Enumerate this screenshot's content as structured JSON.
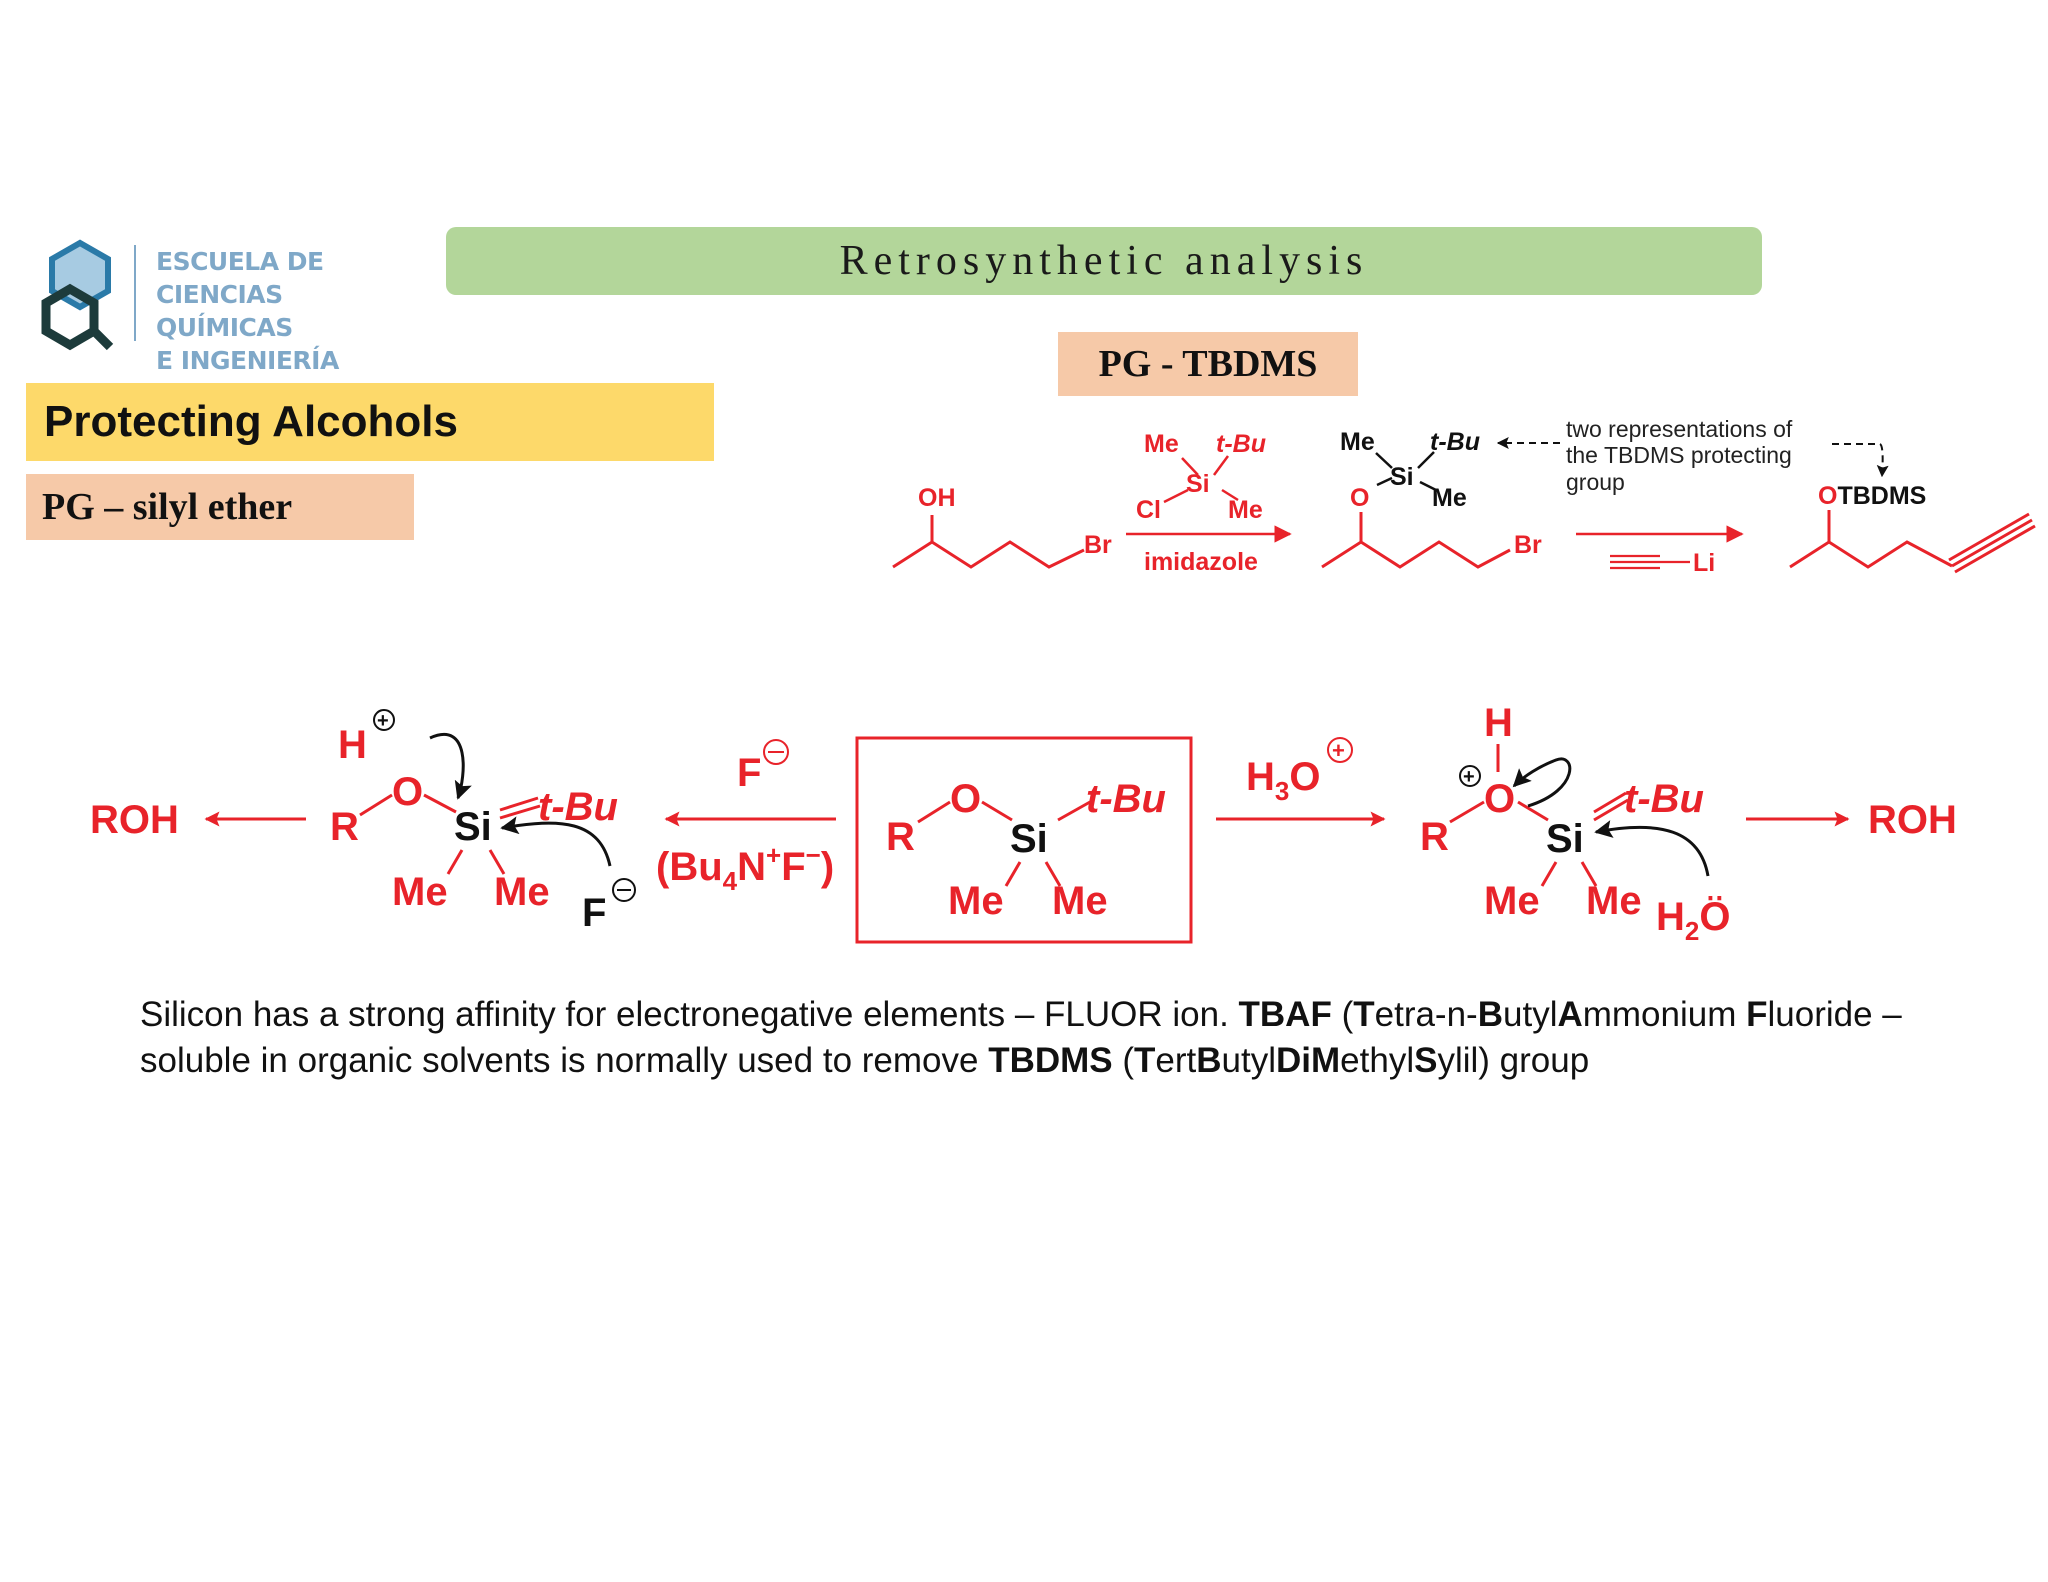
{
  "logo": {
    "lines": [
      "ESCUELA DE",
      "CIENCIAS QUÍMICAS",
      "E INGENIERÍA"
    ],
    "color": "#7fa8c8"
  },
  "title": "Retrosynthetic analysis",
  "tags": {
    "pg_tbdms": "PG - TBDMS",
    "heading": "Protecting Alcohols",
    "subheading": "PG – silyl ether"
  },
  "top_scheme": {
    "start": {
      "oh": "OH",
      "br": "Br"
    },
    "reagent": {
      "me": "Me",
      "tbu": "t-Bu",
      "si": "Si",
      "cl": "Cl",
      "me2": "Me",
      "condition": "imidazole"
    },
    "product": {
      "me": "Me",
      "tbu": "t-Bu",
      "si": "Si",
      "me2": "Me",
      "o": "O",
      "br": "Br"
    },
    "note": [
      "two representations of",
      "the TBDMS protecting",
      "group"
    ],
    "li_reagent": "Li",
    "final": {
      "otbdms_o": "O",
      "otbdms_rest": "TBDMS"
    }
  },
  "mechanism": {
    "roh_left": "ROH",
    "roh_right": "ROH",
    "left": {
      "h": "H",
      "o": "O",
      "r": "R",
      "si": "Si",
      "tbu": "t-Bu",
      "me1": "Me",
      "me2": "Me",
      "f": "F"
    },
    "fluoride": {
      "f": "F",
      "reagent_open": "(Bu",
      "sub4": "4",
      "reagent_n": "N",
      "sup_plus": "+",
      "reagent_f": "F",
      "sup_minus": "−",
      "reagent_close": ")"
    },
    "center": {
      "r": "R",
      "o": "O",
      "si": "Si",
      "tbu": "t-Bu",
      "me1": "Me",
      "me2": "Me"
    },
    "hydronium": {
      "h": "H",
      "sub3": "3",
      "o": "O"
    },
    "right": {
      "h": "H",
      "o": "O",
      "r": "R",
      "si": "Si",
      "tbu": "t-Bu",
      "me1": "Me",
      "me2": "Me",
      "h2o_h": "H",
      "sub2": "2",
      "h2o_o": "Ö"
    }
  },
  "caption": {
    "p1": "Silicon has a strong affinity for electronegative elements – FLUOR ion. ",
    "tbaf": "TBAF",
    "p2": " (",
    "T": "T",
    "etra": "etra-n-",
    "B": "B",
    "utyl": "utyl",
    "A": "A",
    "mmonium": "mmonium ",
    "F": "F",
    "luoride": "luoride – soluble in organic solvents is normally used to remove ",
    "tbdms": "TBDMS",
    "p3": " (",
    "T2": "T",
    "ert": "ert",
    "B2": "B",
    "utyl2": "utyl",
    "Di": "Di",
    "M": "M",
    "ethyl": "ethyl",
    "S": "S",
    "ylil": "ylil) group"
  },
  "colors": {
    "red": "#e8232a",
    "black": "#111111"
  }
}
